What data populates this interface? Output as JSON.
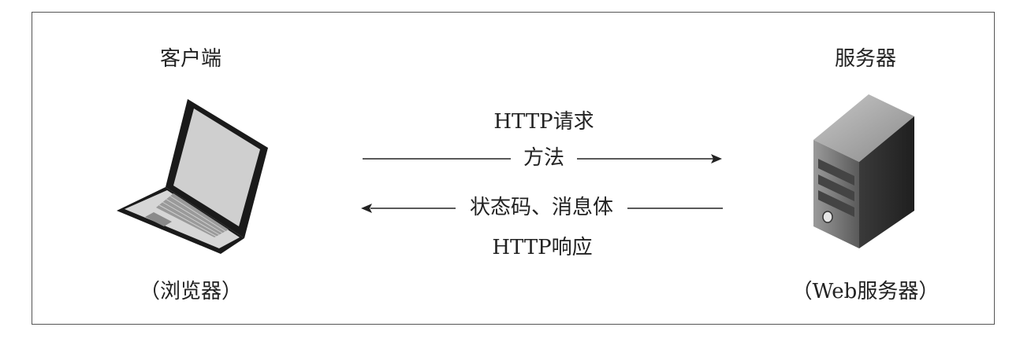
{
  "client": {
    "title": "客户端",
    "subtitle": "（浏览器）",
    "icon": "laptop-icon"
  },
  "server": {
    "title": "服务器",
    "subtitle": "（Web服务器）",
    "icon": "server-tower-icon"
  },
  "request": {
    "title": "HTTP请求",
    "arrow_label": "方法",
    "direction": "client-to-server"
  },
  "response": {
    "arrow_label": "状态码、消息体",
    "title": "HTTP响应",
    "direction": "server-to-client"
  },
  "colors": {
    "frame": "#555555",
    "arrow": "#222222",
    "laptop_body": "#d9d9d9",
    "server_body": "#6e6e6e"
  }
}
